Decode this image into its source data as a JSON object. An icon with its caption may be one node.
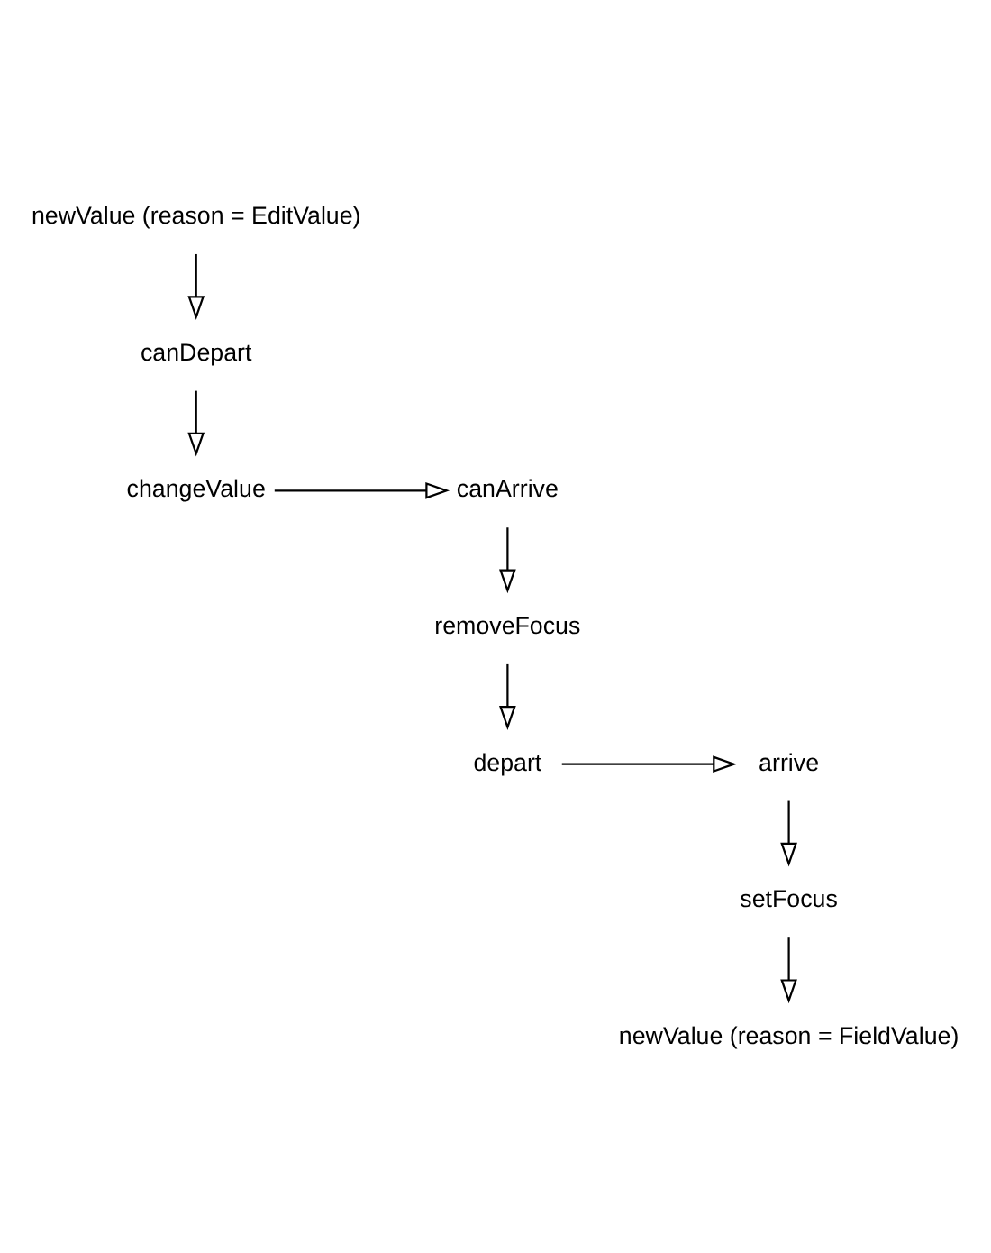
{
  "diagram": {
    "nodes": [
      {
        "text": [
          "newValue (reason = EditValue)"
        ]
      },
      {
        "text": [
          "canDepart"
        ]
      },
      {
        "text": [
          "changeValue"
        ]
      },
      {
        "text": [
          "canArrive"
        ]
      },
      {
        "text": [
          "removeFocus"
        ]
      },
      {
        "text": [
          "depart"
        ]
      },
      {
        "text": [
          "arrive"
        ]
      },
      {
        "text": [
          "setFocus"
        ]
      },
      {
        "text": [
          "newValue (reason = FieldValue)"
        ]
      }
    ],
    "edges": [
      {
        "from": 0,
        "to": 1,
        "arrow": "to"
      },
      {
        "from": 1,
        "to": 2,
        "arrow": "to"
      },
      {
        "from": 2,
        "to": 3,
        "arrow": "to"
      },
      {
        "from": 3,
        "to": 4,
        "arrow": "to"
      },
      {
        "from": 4,
        "to": 5,
        "arrow": "to"
      },
      {
        "from": 5,
        "to": 6,
        "arrow": "to"
      },
      {
        "from": 6,
        "to": 7,
        "arrow": "to"
      },
      {
        "from": 7,
        "to": 8,
        "arrow": "to"
      }
    ]
  }
}
